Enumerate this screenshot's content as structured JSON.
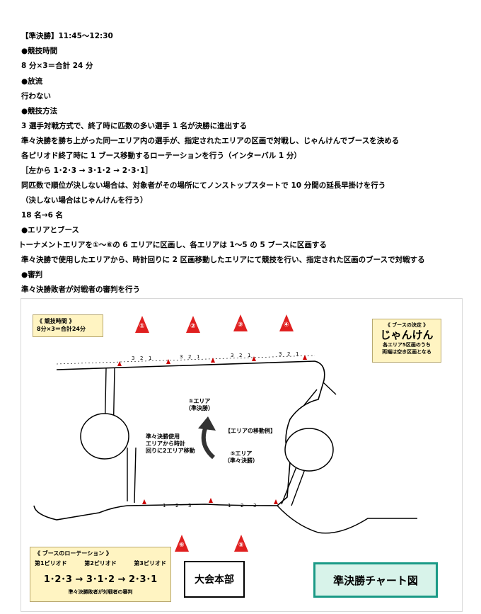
{
  "header": {
    "line1": "【準決勝】11:45～12:30",
    "h_time": "●競技時間",
    "time": "8 分×3＝合計 24 分",
    "h_release": "●放流",
    "release": "行わない",
    "h_method": "●競技方法",
    "m1": "3 選手対戦方式で、終了時に匹数の多い選手 1 名が決勝に進出する",
    "m2": "準々決勝を勝ち上がった同一エリア内の選手が、指定されたエリアの区画で対戦し、じゃんけんでブースを決める",
    "m3": "各ピリオド終了時に 1 ブース移動するローテーションを行う（インターバル 1 分）",
    "m4": "［左から 1･2･3 → 3･1･2 → 2･3･1］",
    "m5": "同匹数で順位が決しない場合は、対象者がその場所にてノンストップスタートで 10 分間の延長早掛けを行う",
    "m6": "（決しない場合はじゃんけんを行う）",
    "m7": "18 名→6 名",
    "h_area": "●エリアとブース",
    "a1": "トーナメントエリアを①～⑥の 6 エリアに区画し、各エリアは 1～5 の 5 ブースに区画する",
    "a2": "準々決勝で使用したエリアから、時計回りに 2 区画移動したエリアにて競技を行い、指定された区画のブースで対戦する",
    "h_judge": "●審判",
    "judge": "準々決勝敗者が対戦者の審判を行う"
  },
  "diagram": {
    "time_box": {
      "title": "《 競技時間 》",
      "value": "8分×3＝合計24分"
    },
    "booth_box": {
      "title": "《 ブースの決定 》",
      "big": "じゃんけん",
      "note1": "各エリア5区画のうち",
      "note2": "両端は空き区画となる"
    },
    "cones_top": [
      "①",
      "②",
      "③",
      "④"
    ],
    "cones_bottom": [
      "⑥",
      "⑤"
    ],
    "ticks_top": [
      "3",
      "2",
      "1"
    ],
    "ticks_bottom": [
      "1",
      "2",
      "3"
    ],
    "area1": {
      "l1": "①エリア",
      "l2": "（準決勝）"
    },
    "area5": {
      "l1": "⑤エリア",
      "l2": "（準々決勝）"
    },
    "move_example": "【エリアの移動例】",
    "move_note": [
      "準々決勝使用",
      "エリアから時計",
      "回りに2エリア移動"
    ],
    "rotation_box": {
      "title": "《 ブースのローテーション 》",
      "p1": "第1ピリオド",
      "p2": "第2ピリオド",
      "p3": "第3ピリオド",
      "sequence": "1･2･3 → 3･1･2 → 2･3･1",
      "note": "準々決勝敗者が対戦者の審判"
    },
    "hq": "大会本部",
    "chart_title": "準決勝チャート図"
  }
}
